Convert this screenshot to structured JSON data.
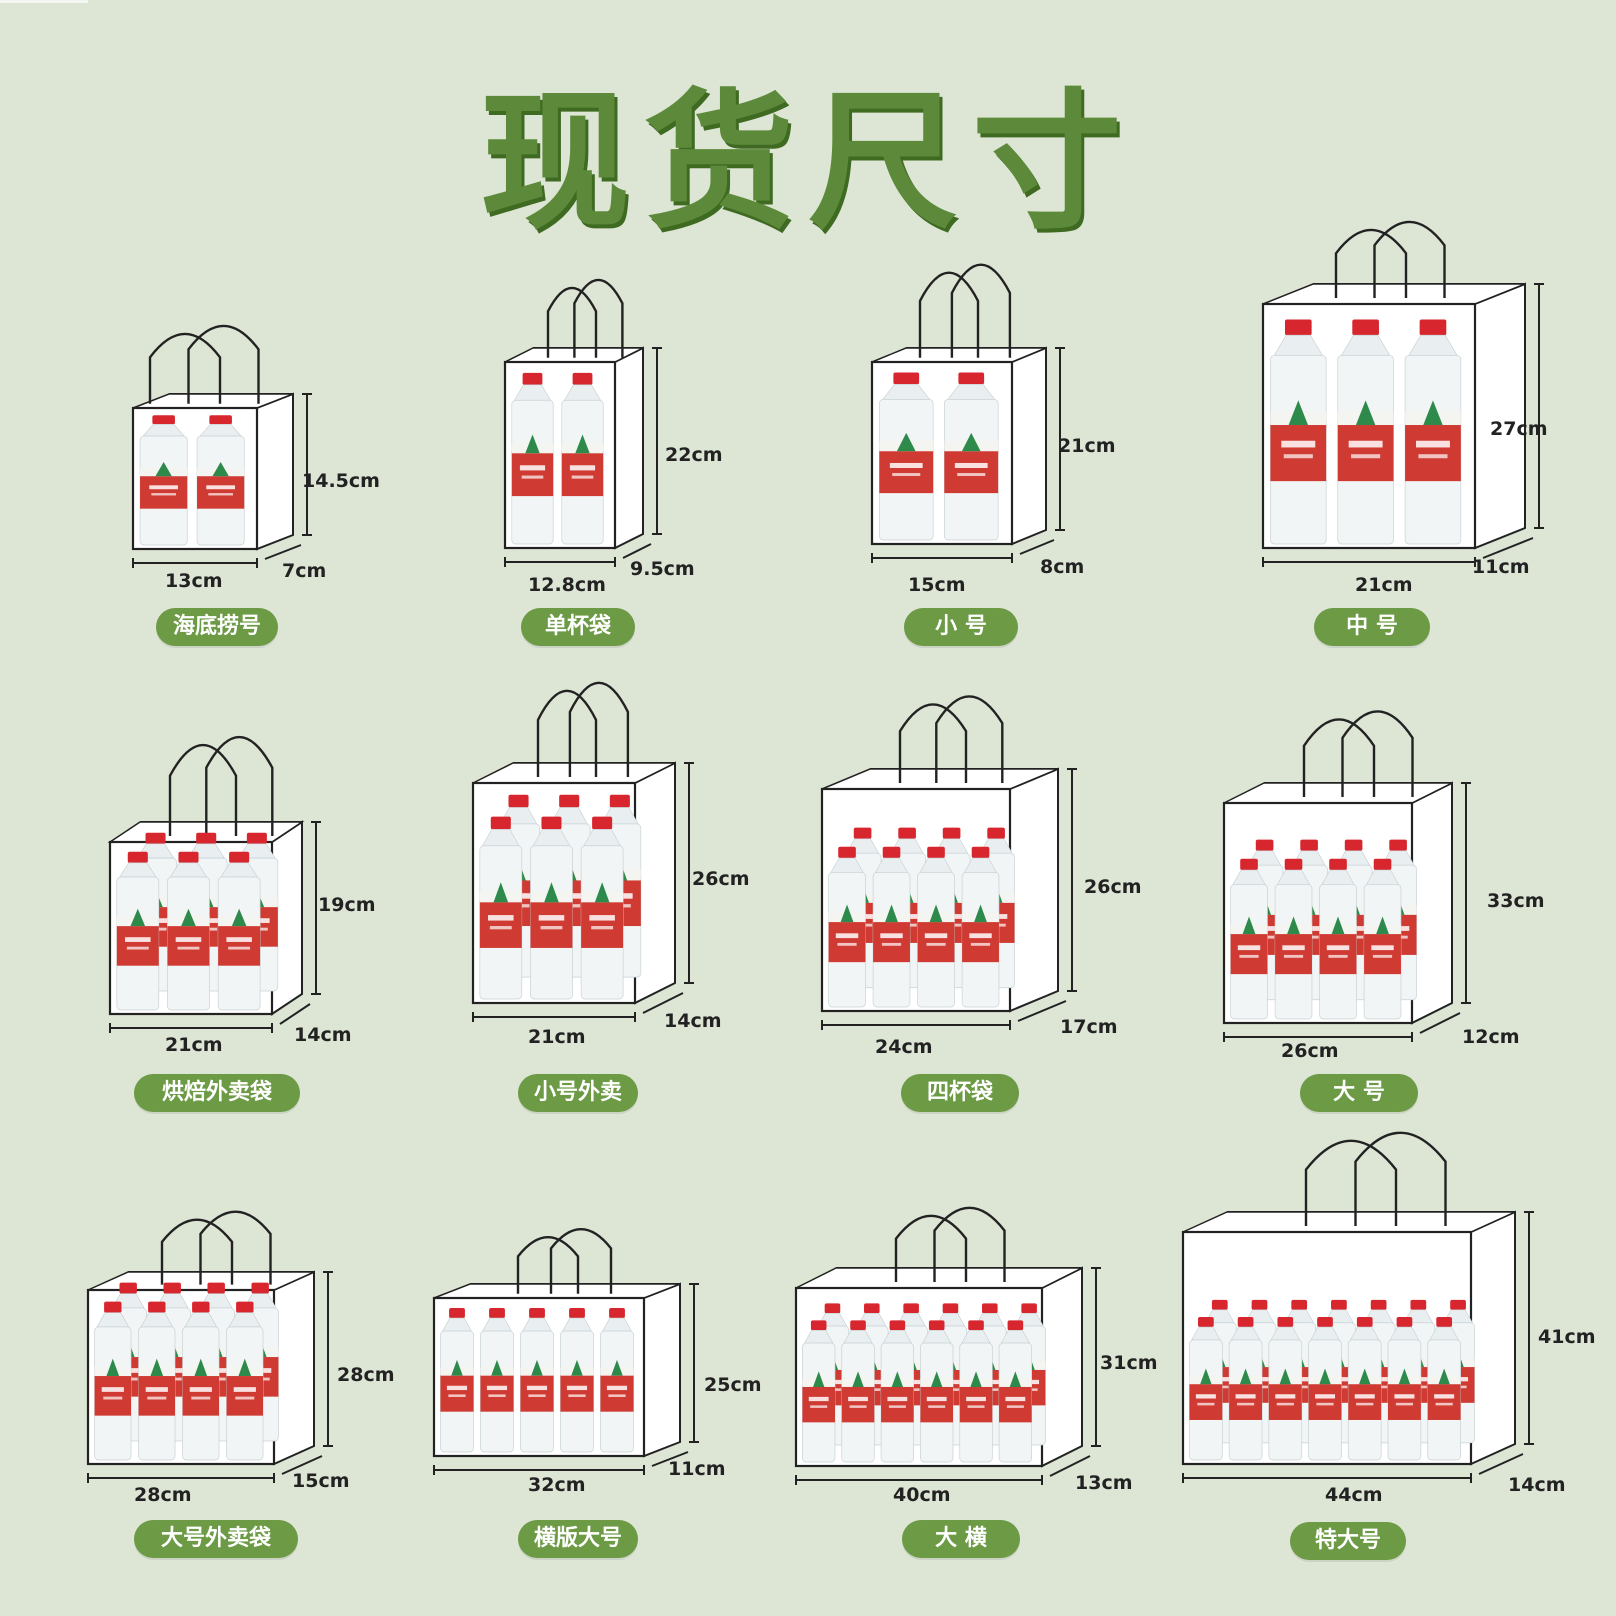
{
  "page": {
    "title": "现货尺寸"
  },
  "colors": {
    "background": "#dde5d5",
    "title": "#5d8a3a",
    "pill": "#6c9a45",
    "cap": "#d8262e",
    "label": "#cf3a32",
    "logo": "#2e8a4a"
  },
  "items": [
    {
      "name": "海底捞号",
      "width": "13cm",
      "depth": "7cm",
      "height": "14.5cm",
      "bottles": 2
    },
    {
      "name": "单杯袋",
      "width": "12.8cm",
      "depth": "9.5cm",
      "height": "22cm",
      "bottles": 2
    },
    {
      "name": "小 号",
      "width": "15cm",
      "depth": "8cm",
      "height": "21cm",
      "bottles": 2
    },
    {
      "name": "中 号",
      "width": "21cm",
      "depth": "11cm",
      "height": "27cm",
      "bottles": 3
    },
    {
      "name": "烘焙外卖袋",
      "width": "21cm",
      "depth": "14cm",
      "height": "19cm",
      "bottles": 6
    },
    {
      "name": "小号外卖",
      "width": "21cm",
      "depth": "14cm",
      "height": "26cm",
      "bottles": 6
    },
    {
      "name": "四杯袋",
      "width": "24cm",
      "depth": "17cm",
      "height": "26cm",
      "bottles": 8
    },
    {
      "name": "大 号",
      "width": "26cm",
      "depth": "12cm",
      "height": "33cm",
      "bottles": 8
    },
    {
      "name": "大号外卖袋",
      "width": "28cm",
      "depth": "15cm",
      "height": "28cm",
      "bottles": 8
    },
    {
      "name": "横版大号",
      "width": "32cm",
      "depth": "11cm",
      "height": "25cm",
      "bottles": 5
    },
    {
      "name": "大 横",
      "width": "40cm",
      "depth": "13cm",
      "height": "31cm",
      "bottles": 12
    },
    {
      "name": "特大号",
      "width": "44cm",
      "depth": "14cm",
      "height": "41cm",
      "bottles": 14
    }
  ]
}
